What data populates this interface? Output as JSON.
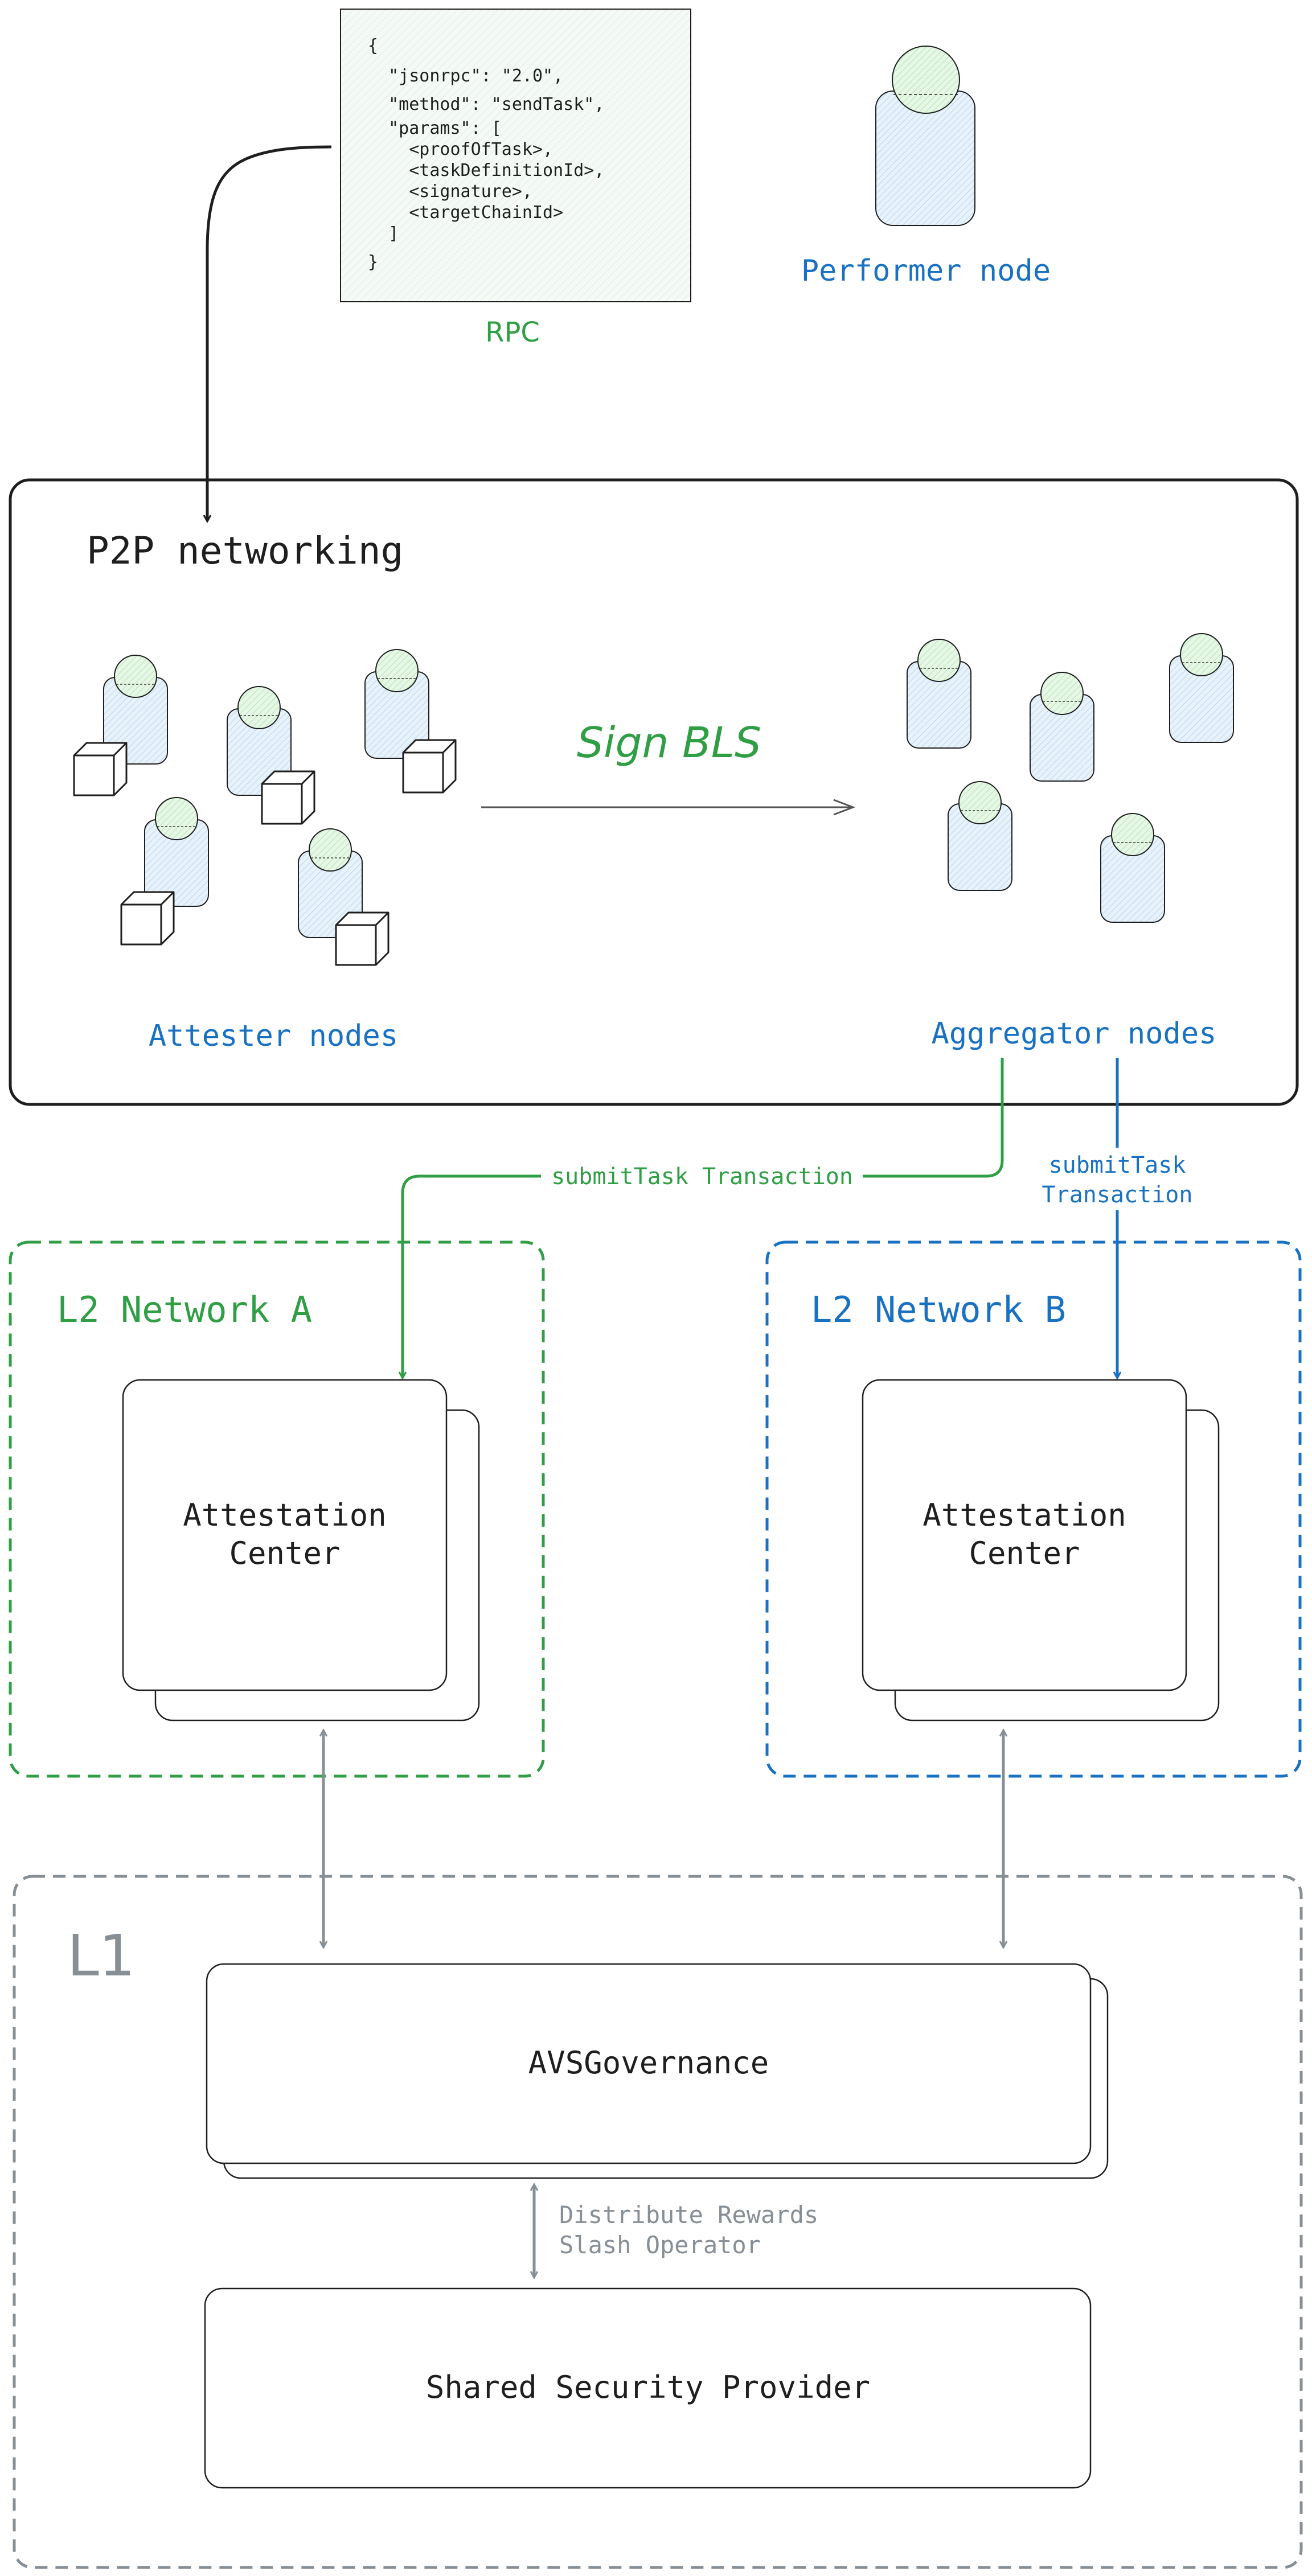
{
  "rpc": {
    "code_lines": [
      "{",
      "  \"jsonrpc\": \"2.0\",",
      "  \"method\": \"sendTask\",",
      "  \"params\": [",
      "    <proofOfTask>,",
      "    <taskDefinitionId>,",
      "    <signature>,",
      "    <targetChainId>",
      "  ]",
      "}"
    ],
    "label": "RPC"
  },
  "performer": {
    "label": "Performer node"
  },
  "p2p": {
    "title": "P2P networking",
    "sign_label": "Sign BLS",
    "attester_label": "Attester nodes",
    "aggregator_label": "Aggregator nodes"
  },
  "transactions": {
    "a_label": "submitTask Transaction",
    "b_label_line1": "submitTask",
    "b_label_line2": "Transaction"
  },
  "l2a": {
    "title": "L2 Network A",
    "center_line1": "Attestation",
    "center_line2": "Center"
  },
  "l2b": {
    "title": "L2 Network B",
    "center_line1": "Attestation",
    "center_line2": "Center"
  },
  "l1": {
    "title": "L1",
    "governance": "AVSGovernance",
    "rewards_line1": "Distribute Rewards",
    "rewards_line2": "Slash Operator",
    "ssp": "Shared Security Provider"
  },
  "colors": {
    "green": "#2f9e44",
    "blue": "#1971c2",
    "gray": "#868e96",
    "ink": "#1e1e1e",
    "head_fill": "#d3f0d3",
    "body_fill": "#d6e8f7",
    "paper_fill": "#f2f7f4"
  }
}
